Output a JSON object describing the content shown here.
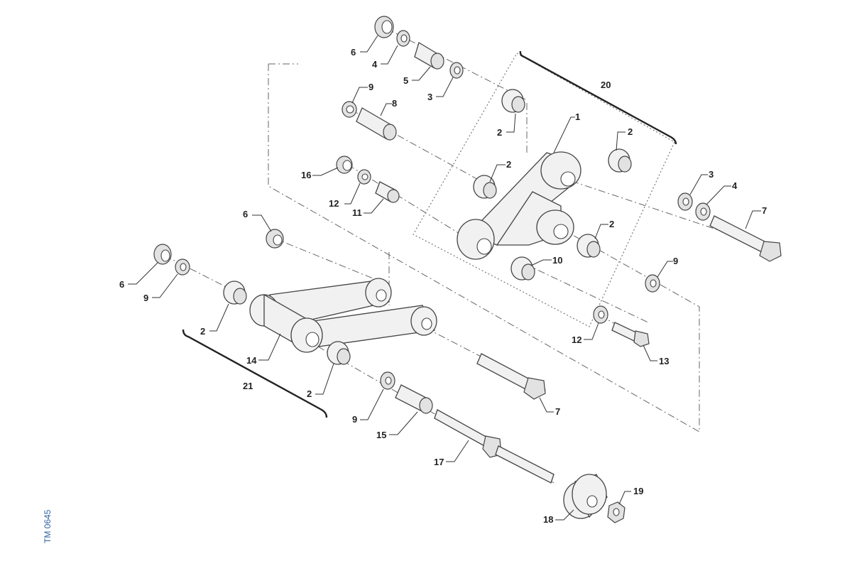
{
  "diagram": {
    "reference_code": "TM 0645",
    "callouts": [
      {
        "id": "c-6a",
        "label": "6"
      },
      {
        "id": "c-4a",
        "label": "4"
      },
      {
        "id": "c-5",
        "label": "5"
      },
      {
        "id": "c-3a",
        "label": "3"
      },
      {
        "id": "c-9a",
        "label": "9"
      },
      {
        "id": "c-8",
        "label": "8"
      },
      {
        "id": "c-20",
        "label": "20"
      },
      {
        "id": "c-1",
        "label": "1"
      },
      {
        "id": "c-2a",
        "label": "2"
      },
      {
        "id": "c-2b",
        "label": "2"
      },
      {
        "id": "c-2c",
        "label": "2"
      },
      {
        "id": "c-2d",
        "label": "2"
      },
      {
        "id": "c-16",
        "label": "16"
      },
      {
        "id": "c-12a",
        "label": "12"
      },
      {
        "id": "c-11",
        "label": "11"
      },
      {
        "id": "c-3b",
        "label": "3"
      },
      {
        "id": "c-4b",
        "label": "4"
      },
      {
        "id": "c-7a",
        "label": "7"
      },
      {
        "id": "c-6b",
        "label": "6"
      },
      {
        "id": "c-10",
        "label": "10"
      },
      {
        "id": "c-9b",
        "label": "9"
      },
      {
        "id": "c-6c",
        "label": "6"
      },
      {
        "id": "c-9c",
        "label": "9"
      },
      {
        "id": "c-2e",
        "label": "2"
      },
      {
        "id": "c-14",
        "label": "14"
      },
      {
        "id": "c-12b",
        "label": "12"
      },
      {
        "id": "c-13",
        "label": "13"
      },
      {
        "id": "c-21",
        "label": "21"
      },
      {
        "id": "c-2f",
        "label": "2"
      },
      {
        "id": "c-7b",
        "label": "7"
      },
      {
        "id": "c-9d",
        "label": "9"
      },
      {
        "id": "c-15",
        "label": "15"
      },
      {
        "id": "c-17",
        "label": "17"
      },
      {
        "id": "c-18",
        "label": "18"
      },
      {
        "id": "c-19",
        "label": "19"
      }
    ]
  }
}
